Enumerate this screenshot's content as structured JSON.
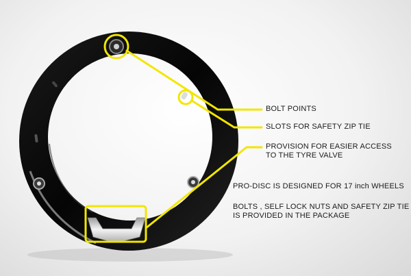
{
  "annotations": {
    "bolt_points": "BOLT POINTS",
    "slots": "SLOTS FOR SAFETY ZIP TIE",
    "valve_access": {
      "line1": "PROVISION FOR EASIER ACCESS",
      "line2": "TO THE TYRE VALVE"
    }
  },
  "notes": {
    "wheel_size": "PRO-DISC IS DESIGNED FOR 17 inch WHEELS",
    "package": {
      "line1": "BOLTS , SELF LOCK NUTS AND SAFETY ZIP TIE",
      "line2": "IS PROVIDED IN THE PACKAGE"
    }
  },
  "colors": {
    "highlight": "#f2e600",
    "disc": "#0c0c0c"
  }
}
